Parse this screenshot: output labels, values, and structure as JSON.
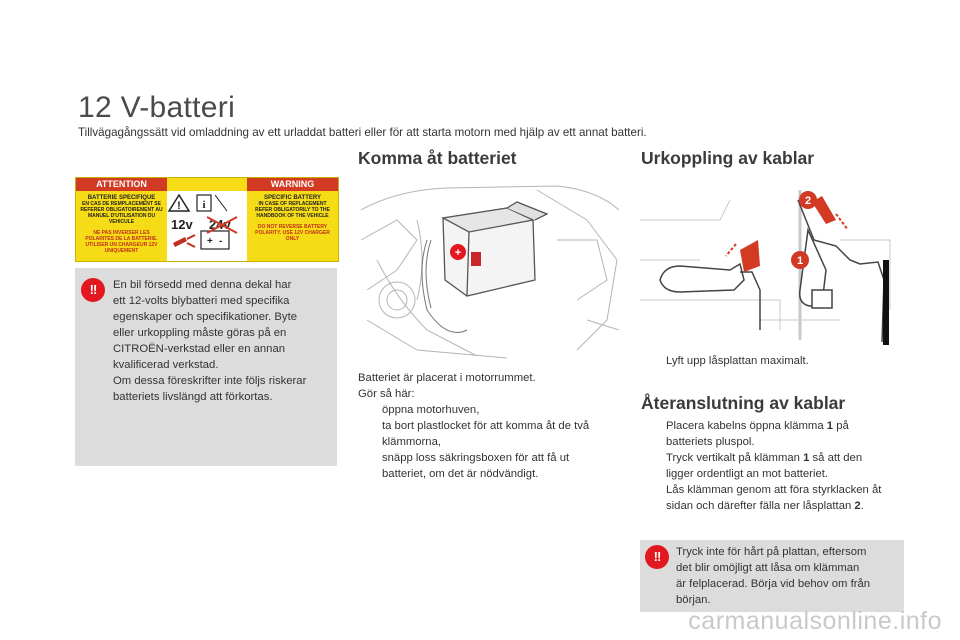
{
  "header": {
    "title": "12 V-batteri",
    "subtitle": "Tillvägagångssätt vid omladdning av ett urladdat batteri eller för att starta motorn med hjälp av ett annat batteri."
  },
  "warning_label": {
    "left_header": "ATTENTION",
    "right_header": "WARNING",
    "left_title": "BATTERIE SPECIFIQUE",
    "left_text": "EN CAS DE REMPLACEMENT SE REFERER OBLIGATOIREMENT AU MANUEL D'UTILISATION DU VEHICULE",
    "left_red": "NE PAS INVERSER LES POLARITES DE LA BATTERIE. UTILISER UN CHARGEUR 12V UNIQUEMENT",
    "right_title": "SPECIFIC BATTERY",
    "right_text": "IN CASE OF REPLACEMENT REFER OBLIGATORILY TO THE HANDBOOK OF THE VEHICLE",
    "right_red": "DO NOT REVERSE BATTERY POLARITY. USE 12V CHARGER ONLY",
    "voltage_ok": "12v",
    "voltage_bad": "24v"
  },
  "left_notice": {
    "icon": "!!",
    "lines": [
      "En bil försedd med denna dekal har",
      "ett 12-volts blybatteri med specifika",
      "egenskaper och specifikationer. Byte",
      "eller urkoppling måste göras på en",
      "CITROËN-verkstad eller en annan",
      "kvalificerad verkstad.",
      "Om dessa föreskrifter inte följs riskerar",
      "batteriets livslängd att förkortas."
    ]
  },
  "middle": {
    "heading": "Komma åt batteriet",
    "intro": [
      "Batteriet är placerat i motorrummet.",
      "Gör så här:"
    ],
    "bullets": [
      [
        "öppna motorhuven,"
      ],
      [
        "ta bort plastlocket för att komma åt de två",
        "klämmorna,"
      ],
      [
        "snäpp loss säkringsboxen för att få ut",
        "batteriet, om det är nödvändigt."
      ]
    ],
    "bullet_symbol": ""
  },
  "right": {
    "heading1": "Urkoppling av kablar",
    "bullet1": "Lyft upp låsplattan maximalt.",
    "heading2": "Återanslutning av kablar",
    "bullets2": [
      {
        "pre": "Placera kabelns öppna klämma ",
        "bold": "1",
        "post": " på",
        "line2": "batteriets pluspol."
      },
      {
        "pre": "Tryck vertikalt på klämman ",
        "bold": "1",
        "post": " så att den",
        "line2": "ligger ordentligt an mot batteriet."
      },
      {
        "pre": "Lås klämman genom att föra styrklacken åt",
        "bold": "",
        "post": "",
        "line2": "sidan och därefter fälla ner låsplattan ",
        "bold2": "2",
        "post2": "."
      }
    ],
    "callout1": "1",
    "callout2": "2"
  },
  "right_notice": {
    "icon": "!!",
    "lines": [
      "Tryck inte för hårt på plattan, eftersom",
      "det blir omöjligt att låsa om klämman",
      "är felplacerad. Börja vid behov om från",
      "början."
    ]
  },
  "watermark": "carmanualsonline.info",
  "colors": {
    "warning_red": "#e2171f",
    "notice_grey": "#dcdcdc",
    "label_yellow": "#f6dc16"
  }
}
